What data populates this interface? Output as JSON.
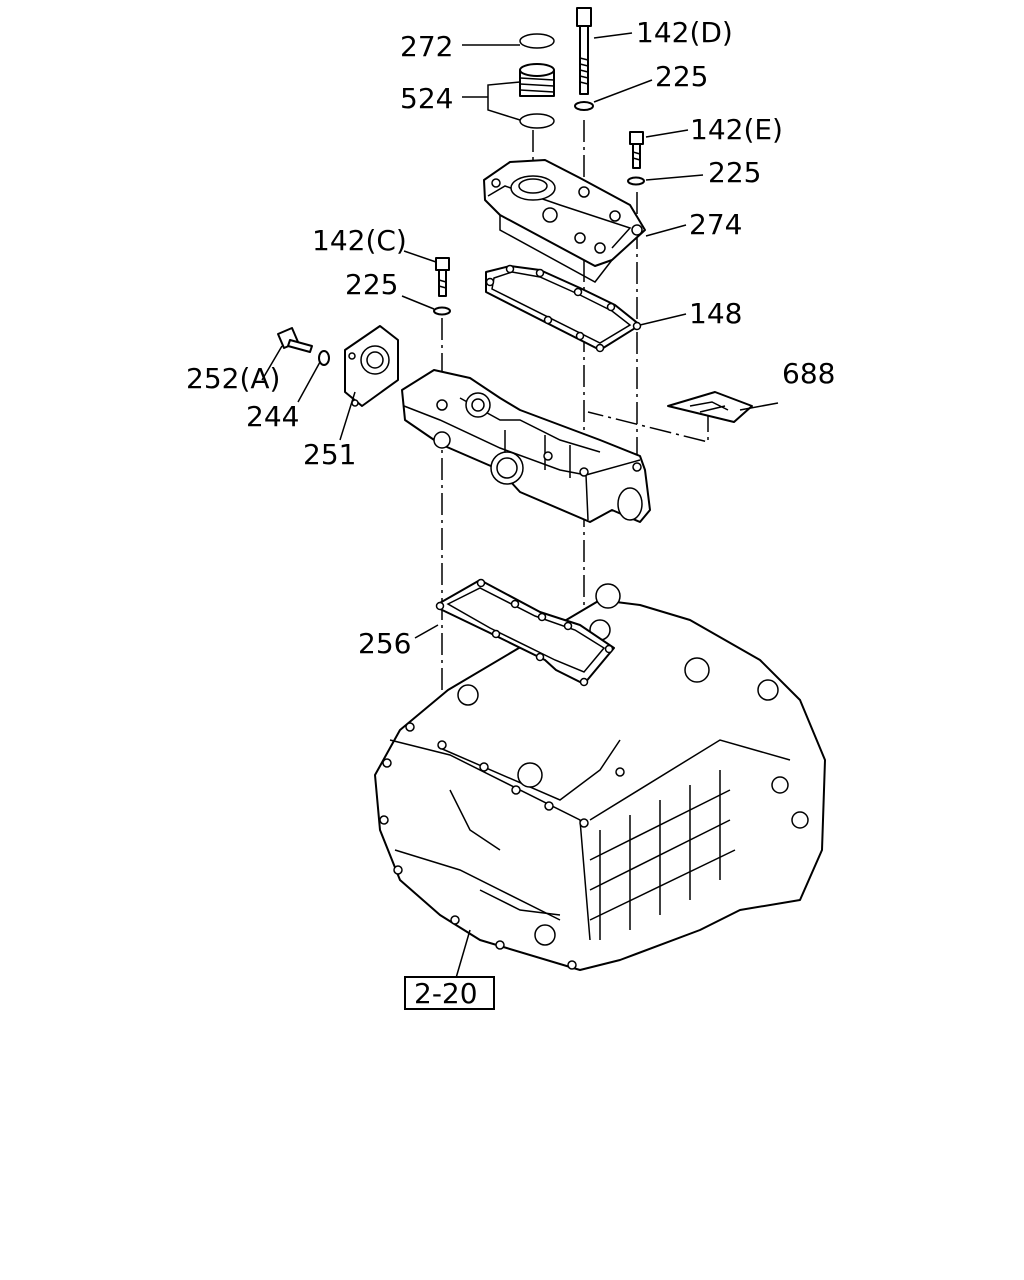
{
  "labels": {
    "p272": "272",
    "p524": "524",
    "p142d": "142(D)",
    "p225a": "225",
    "p142e": "142(E)",
    "p225b": "225",
    "p274": "274",
    "p142c": "142(C)",
    "p225c": "225",
    "p148": "148",
    "p688": "688",
    "p252a": "252(A)",
    "p244": "244",
    "p251": "251",
    "p256": "256",
    "ref": "2-20"
  }
}
